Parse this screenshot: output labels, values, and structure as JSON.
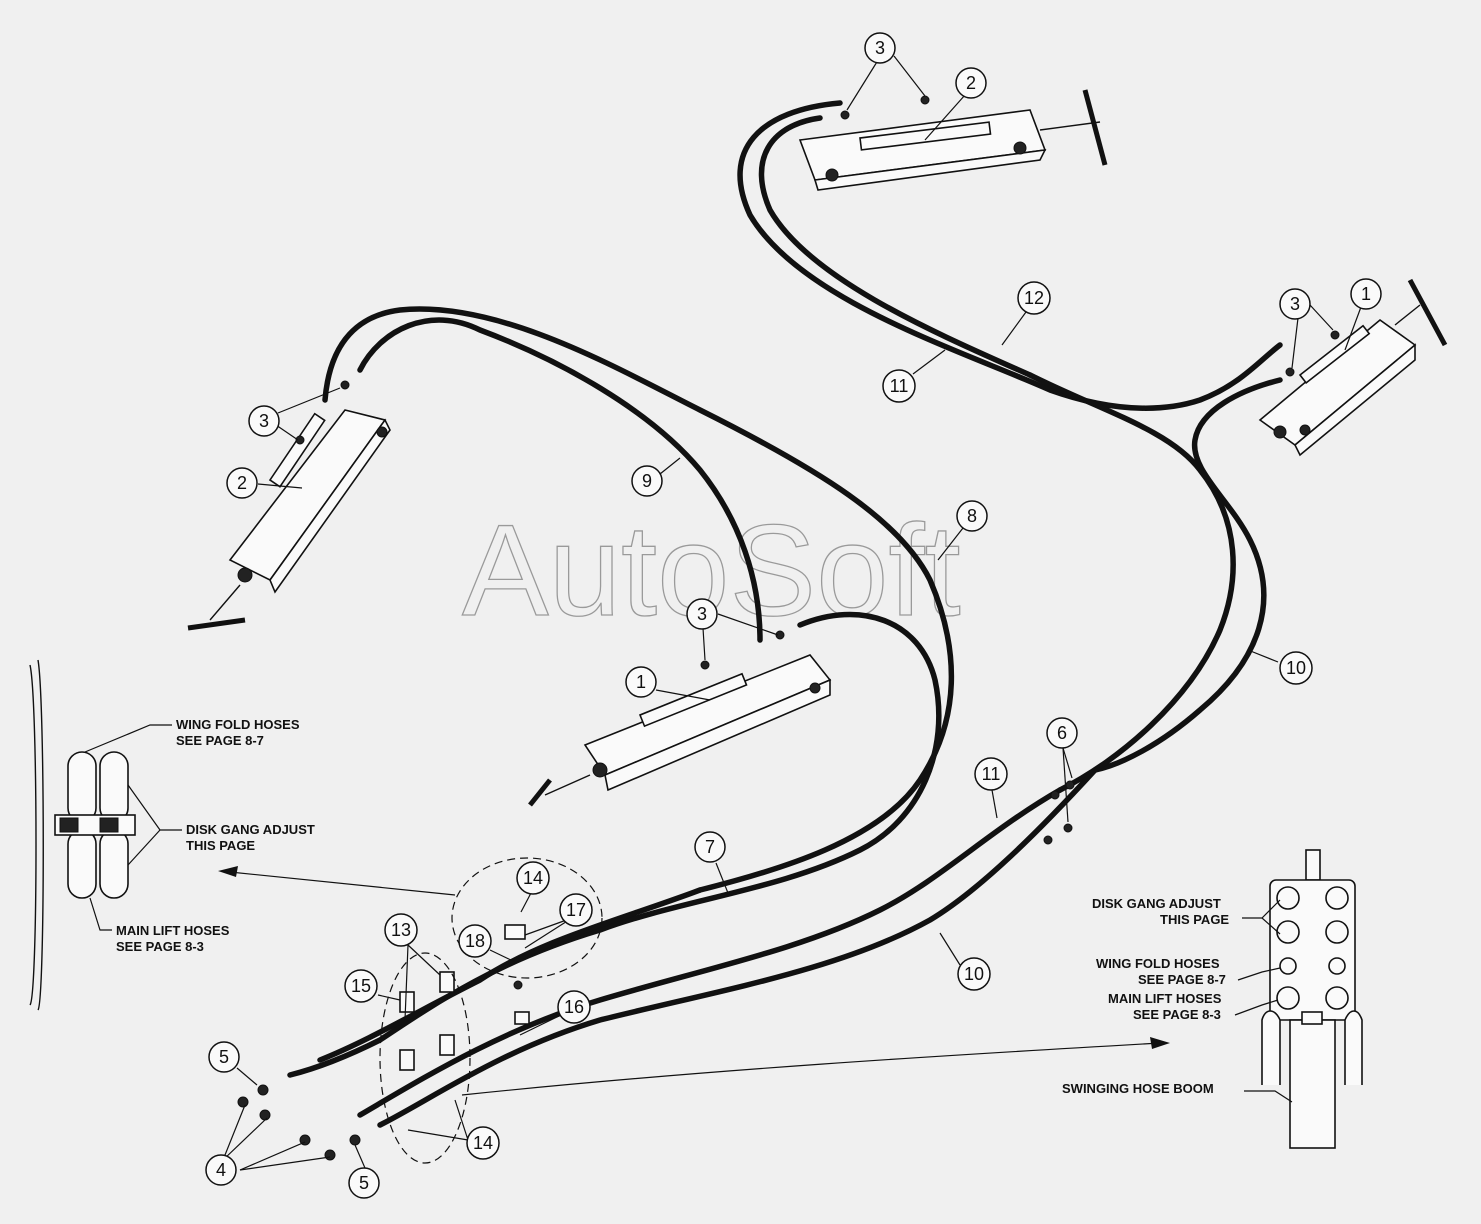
{
  "watermark": "AutoSoft",
  "callouts": [
    {
      "id": "c3-top",
      "text": "3"
    },
    {
      "id": "c2-top",
      "text": "2"
    },
    {
      "id": "c12",
      "text": "12"
    },
    {
      "id": "c11-upper",
      "text": "11"
    },
    {
      "id": "c3-right",
      "text": "3"
    },
    {
      "id": "c1-right",
      "text": "1"
    },
    {
      "id": "c3-left",
      "text": "3"
    },
    {
      "id": "c2-left",
      "text": "2"
    },
    {
      "id": "c9",
      "text": "9"
    },
    {
      "id": "c8",
      "text": "8"
    },
    {
      "id": "c3-center",
      "text": "3"
    },
    {
      "id": "c1-center",
      "text": "1"
    },
    {
      "id": "c10-right",
      "text": "10"
    },
    {
      "id": "c6",
      "text": "6"
    },
    {
      "id": "c11-lower",
      "text": "11"
    },
    {
      "id": "c7",
      "text": "7"
    },
    {
      "id": "c10-lower",
      "text": "10"
    },
    {
      "id": "c14-top",
      "text": "14"
    },
    {
      "id": "c17",
      "text": "17"
    },
    {
      "id": "c18",
      "text": "18"
    },
    {
      "id": "c13",
      "text": "13"
    },
    {
      "id": "c15",
      "text": "15"
    },
    {
      "id": "c16",
      "text": "16"
    },
    {
      "id": "c5-upper",
      "text": "5"
    },
    {
      "id": "c4",
      "text": "4"
    },
    {
      "id": "c14-bottom",
      "text": "14"
    },
    {
      "id": "c5-lower",
      "text": "5"
    }
  ],
  "notes": {
    "left": {
      "wing_fold_1": "WING FOLD HOSES",
      "wing_fold_2": "SEE PAGE 8-7",
      "disk_gang_1": "DISK GANG ADJUST",
      "disk_gang_2": "THIS PAGE",
      "main_lift_1": "MAIN LIFT HOSES",
      "main_lift_2": "SEE PAGE 8-3"
    },
    "right": {
      "disk_gang_1": "DISK GANG ADJUST",
      "disk_gang_2": "THIS PAGE",
      "wing_fold_1": "WING FOLD HOSES",
      "wing_fold_2": "SEE PAGE 8-7",
      "main_lift_1": "MAIN LIFT HOSES",
      "main_lift_2": "SEE PAGE 8-3",
      "boom": "SWINGING HOSE BOOM"
    }
  }
}
